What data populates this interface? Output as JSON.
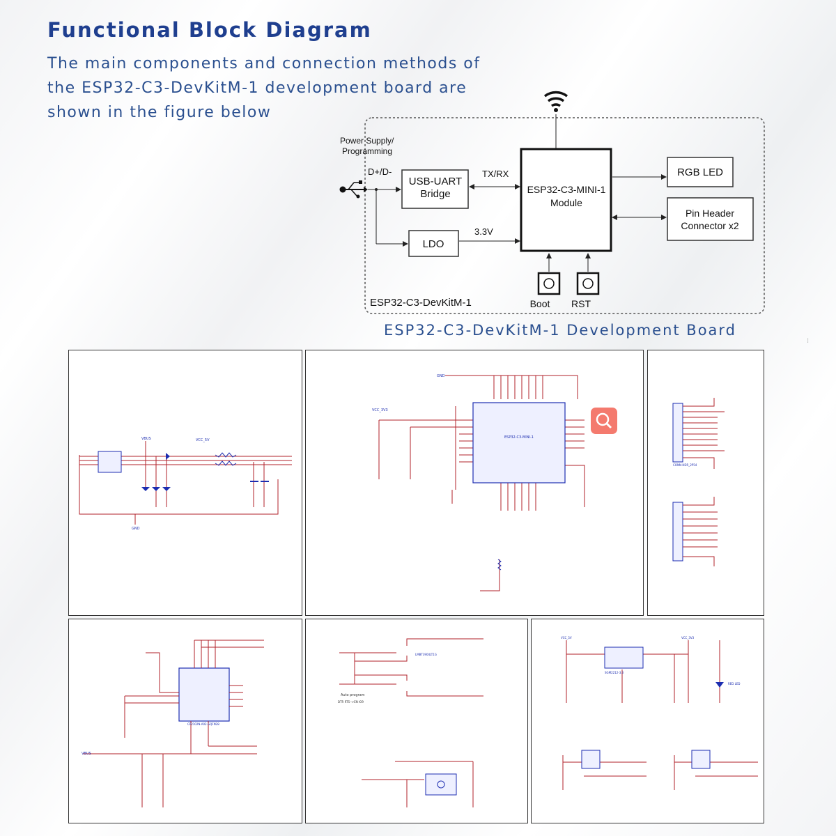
{
  "header": {
    "title": "Functional Block Diagram",
    "subtitle": "The main components and connection methods of the ESP32-C3-DevKitM-1 development board are shown in the figure below"
  },
  "block_diagram": {
    "power_label_line1": "Power Supply/",
    "power_label_line2": "Programming",
    "dplus_dminus": "D+/D-",
    "usb_uart_line1": "USB-UART",
    "usb_uart_line2": "Bridge",
    "txrx": "TX/RX",
    "ldo": "LDO",
    "v33": "3.3V",
    "module_line1": "ESP32-C3-MINI-1",
    "module_line2": "Module",
    "rgb_led": "RGB LED",
    "pin_header_line1": "Pin Header",
    "pin_header_line2": "Connector  x2",
    "boot": "Boot",
    "rst": "RST",
    "board_name": "ESP32-C3-DevKitM-1",
    "wifi_icon": "wifi-icon"
  },
  "board_caption": "ESP32-C3-DevKitM-1 Development Board",
  "schematics": {
    "panel_count": 6,
    "labels": {
      "vbus": "VBUS",
      "vcc_3v3": "VCC_3V3",
      "vcc_5v": "VCC_5V",
      "gnd": "GND",
      "module": "ESP32-C3-MINI-1",
      "usb_chip": "CP2102N-A02-GQFN28",
      "auto_program": "Auto program",
      "auto_table_header": "DTR RTS-->EN IO9",
      "transistor": "LMBT3904LT1G",
      "ldo_chip": "SGM2212-3.3",
      "led": "RED LED",
      "header": "CONN-HDR_2P54"
    }
  },
  "colors": {
    "title": "#1f3f8f",
    "subtitle": "#2a4f8f",
    "wire": "#b0202a",
    "component": "#1c2db0",
    "net": "#b03070",
    "zoom_button": "#f47a6e"
  },
  "icons": {
    "zoom": "magnifier-icon"
  }
}
